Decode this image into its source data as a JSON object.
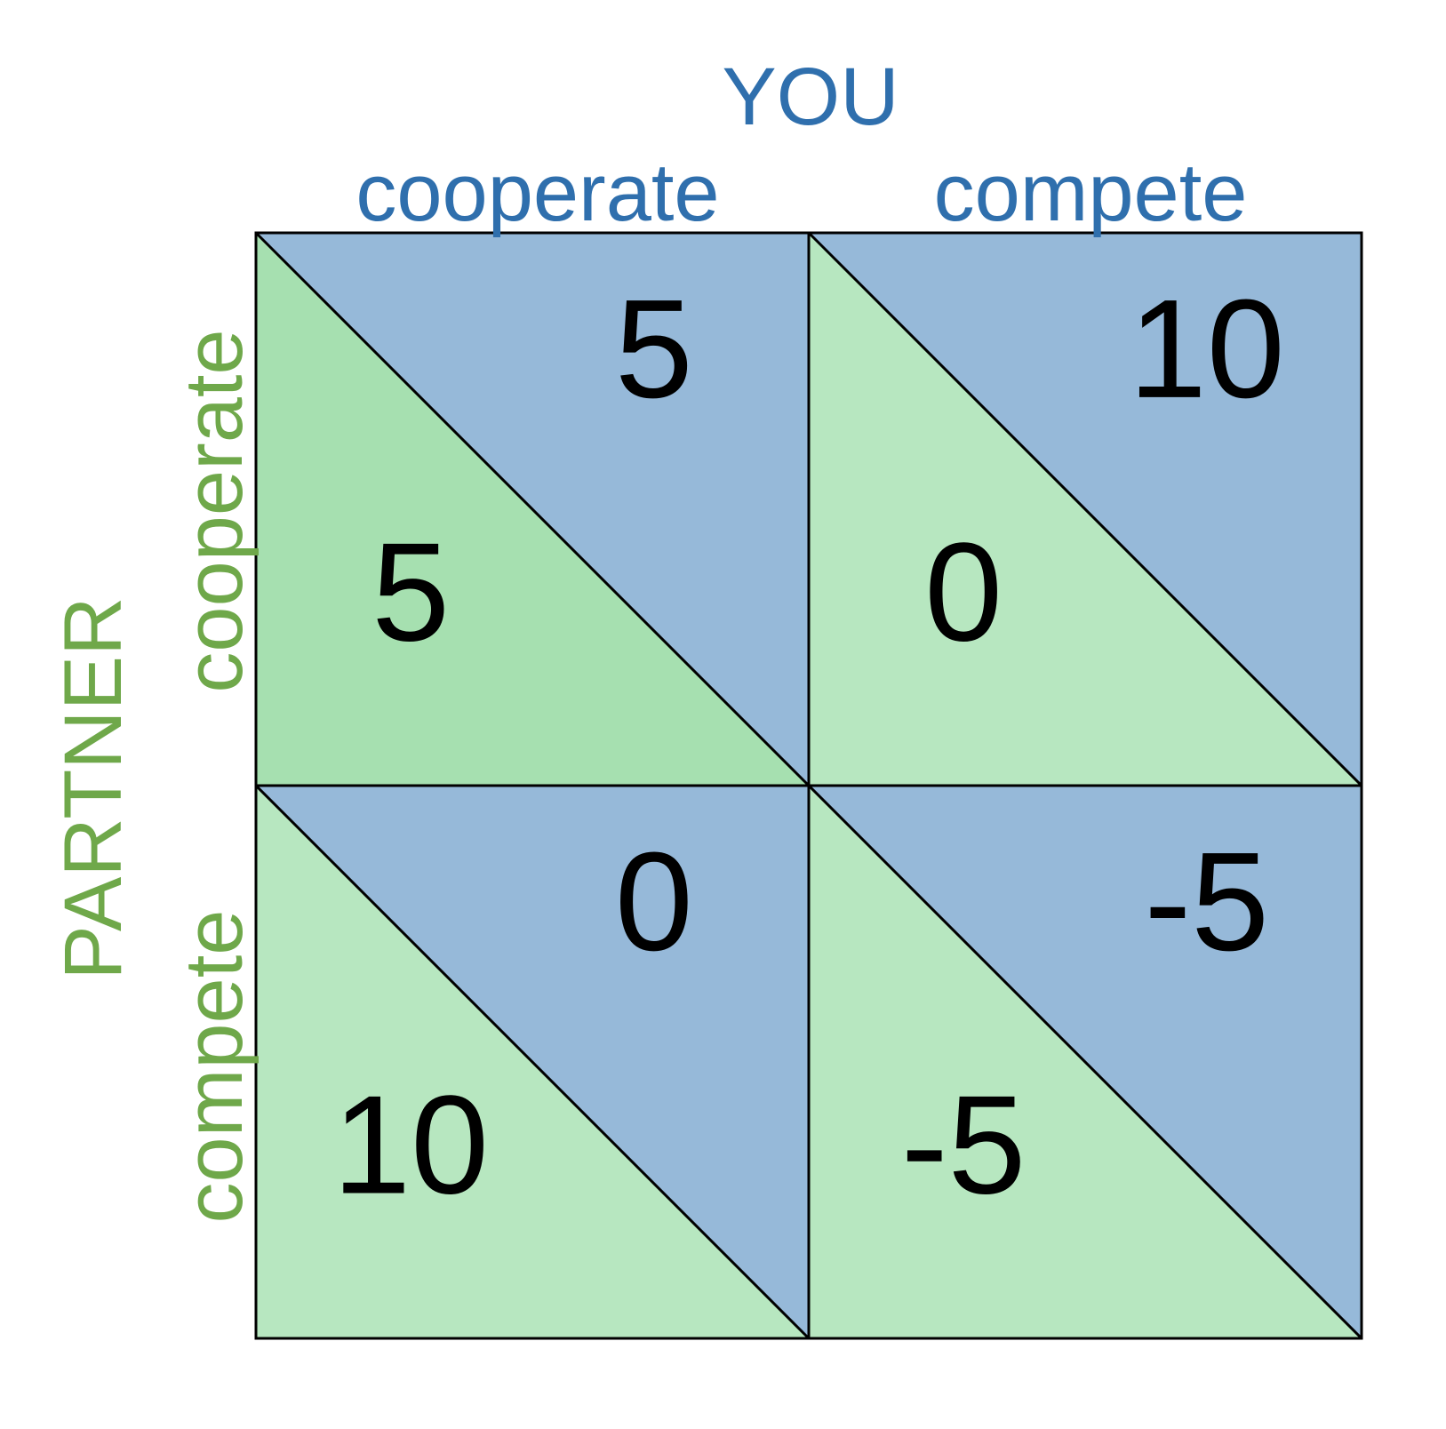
{
  "you_title": "YOU",
  "partner_title": "PARTNER",
  "you_options": [
    "cooperate",
    "compete"
  ],
  "partner_options": [
    "cooperate",
    "compete"
  ],
  "colors": {
    "you": "#2f6fad",
    "partner": "#6fa84a",
    "you_fill": "#96b9d9",
    "partner_fill_dominant": "#a6e0b0",
    "partner_fill": "#b7e7c0",
    "grid": "#000000"
  },
  "payoffs": [
    {
      "partner_choice": "cooperate",
      "you_choice": "cooperate",
      "you": "5",
      "partner": "5"
    },
    {
      "partner_choice": "cooperate",
      "you_choice": "compete",
      "you": "10",
      "partner": "0"
    },
    {
      "partner_choice": "compete",
      "you_choice": "cooperate",
      "you": "0",
      "partner": "10"
    },
    {
      "partner_choice": "compete",
      "you_choice": "compete",
      "you": "-5",
      "partner": "-5"
    }
  ]
}
